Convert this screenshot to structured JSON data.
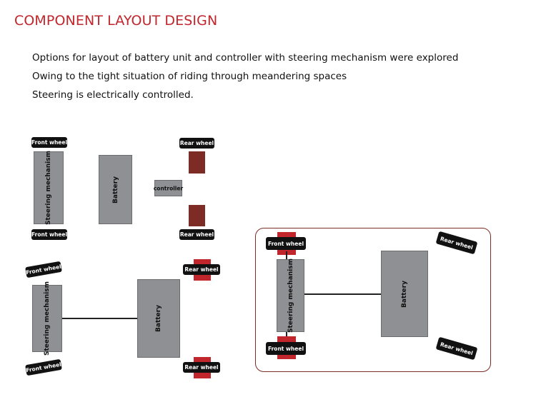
{
  "title": "COMPONENT LAYOUT DESIGN",
  "body": {
    "line1": "Options for layout of  battery unit  and controller with steering mechanism were explored",
    "line2": "Owing to the tight situation of riding through meandering spaces",
    "line3": "Steering is electrically controlled."
  },
  "labels": {
    "front_wheel": "Front wheel",
    "rear_wheel": "Rear wheel",
    "steering": "Steering mechanism",
    "battery": "Battery",
    "controller": "controller"
  },
  "colors": {
    "title": "#c0262c",
    "component_gray": "#8e9093",
    "rear_wheel_dark_red": "#7d2b25",
    "wheel_bar_red": "#c0262c",
    "pill": "#111111"
  }
}
